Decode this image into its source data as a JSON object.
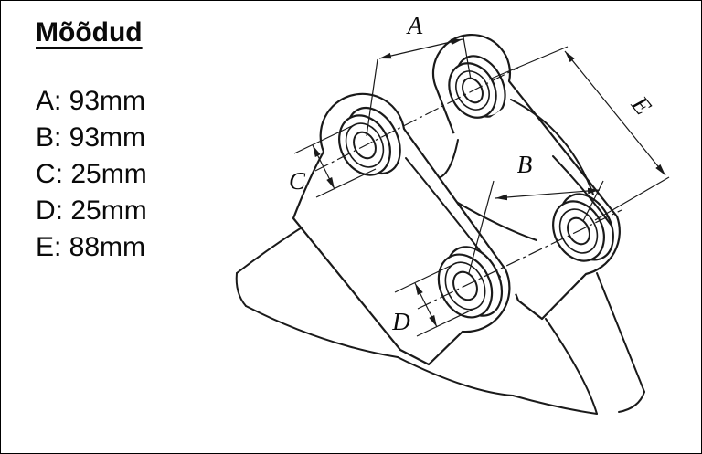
{
  "page": {
    "background": "#ffffff",
    "line_color": "#1a1a1a"
  },
  "legend": {
    "title": "Mõõdud",
    "items": [
      {
        "label": "A",
        "value": "93mm",
        "text": "A: 93mm"
      },
      {
        "label": "B",
        "value": "93mm",
        "text": "B: 93mm"
      },
      {
        "label": "C",
        "value": "25mm",
        "text": "C: 25mm"
      },
      {
        "label": "D",
        "value": "25mm",
        "text": "D: 25mm"
      },
      {
        "label": "E",
        "value": "88mm",
        "text": "E: 88mm"
      }
    ]
  },
  "drawing": {
    "description": "Technical line drawing of mounting bracket with two pin lugs",
    "dimension_labels": {
      "A": "A",
      "B": "B",
      "C": "C",
      "D": "D",
      "E": "E"
    }
  }
}
